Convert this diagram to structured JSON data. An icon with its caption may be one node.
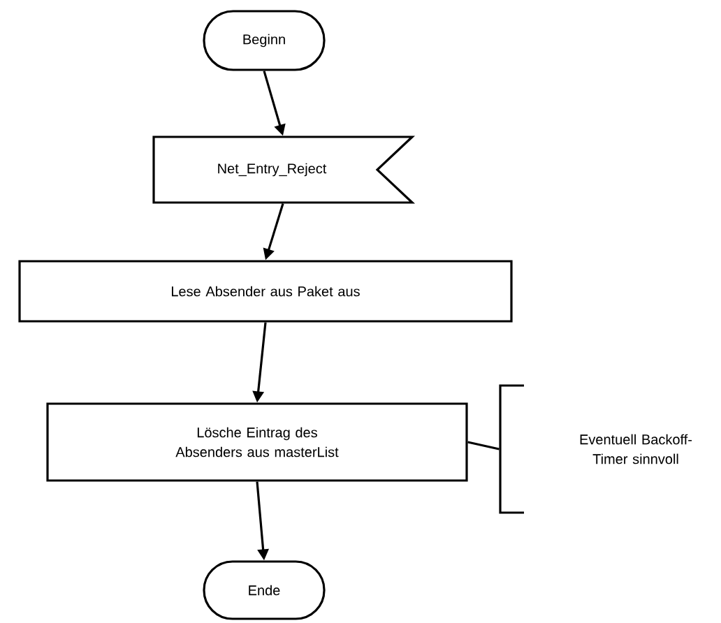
{
  "diagram": {
    "nodes": [
      {
        "text": [
          "Beginn"
        ]
      },
      {
        "text": [
          "Net_Entry_Reject"
        ]
      },
      {
        "text": [
          "Lese Absender aus Paket aus"
        ]
      },
      {
        "text": [
          "Lösche Eintrag des Absenders aus masterList"
        ]
      },
      {
        "text": [
          "Ende"
        ]
      },
      {
        "text": [
          "Eventuell Backoff-Timer sinnvoll"
        ]
      }
    ],
    "edges": [
      {
        "from": 0,
        "to": 1,
        "arrow": "to"
      },
      {
        "from": 1,
        "to": 2,
        "arrow": "to"
      },
      {
        "from": 2,
        "to": 3,
        "arrow": "to"
      },
      {
        "from": 3,
        "to": 4,
        "arrow": "to"
      },
      {
        "from": 3,
        "to": 5,
        "arrow": "none"
      }
    ]
  }
}
